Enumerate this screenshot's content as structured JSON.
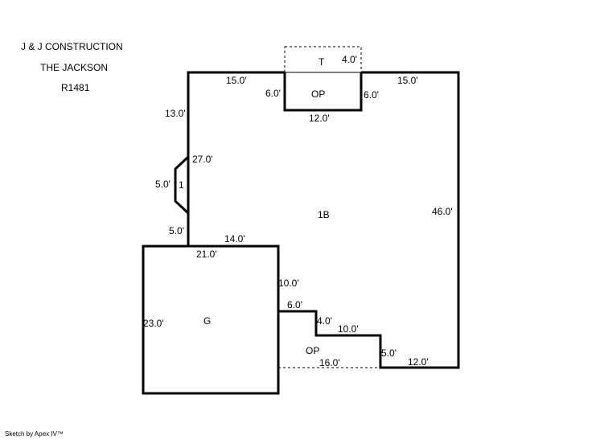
{
  "header": {
    "company": "J & J CONSTRUCTION",
    "model": "THE JACKSON",
    "code": "R1481"
  },
  "footer": "Sketch by Apex IV™",
  "areas": {
    "main": "1B",
    "garage": "G",
    "porch_top": "OP",
    "porch_bottom": "OP",
    "terrace": "T",
    "bay": "1"
  },
  "dims": {
    "top_left": "15.0'",
    "top_right": "15.0'",
    "porch_left": "6.0'",
    "porch_right": "6.0'",
    "porch_bottom": "12.0'",
    "terrace": "4.0'",
    "left_upper": "13.0'",
    "left_bay_top": "27.0'",
    "bay": "5.0'",
    "left_lower": "5.0'",
    "ledge": "14.0'",
    "garage_top": "21.0'",
    "garage_left": "23.0'",
    "garage_right": "10.0'",
    "step1_h": "6.0'",
    "step1_v": "4.0'",
    "step2_h": "10.0'",
    "step2_v": "5.0'",
    "bottom_right": "12.0'",
    "porch2_open": "16.0'",
    "right": "46.0'"
  }
}
